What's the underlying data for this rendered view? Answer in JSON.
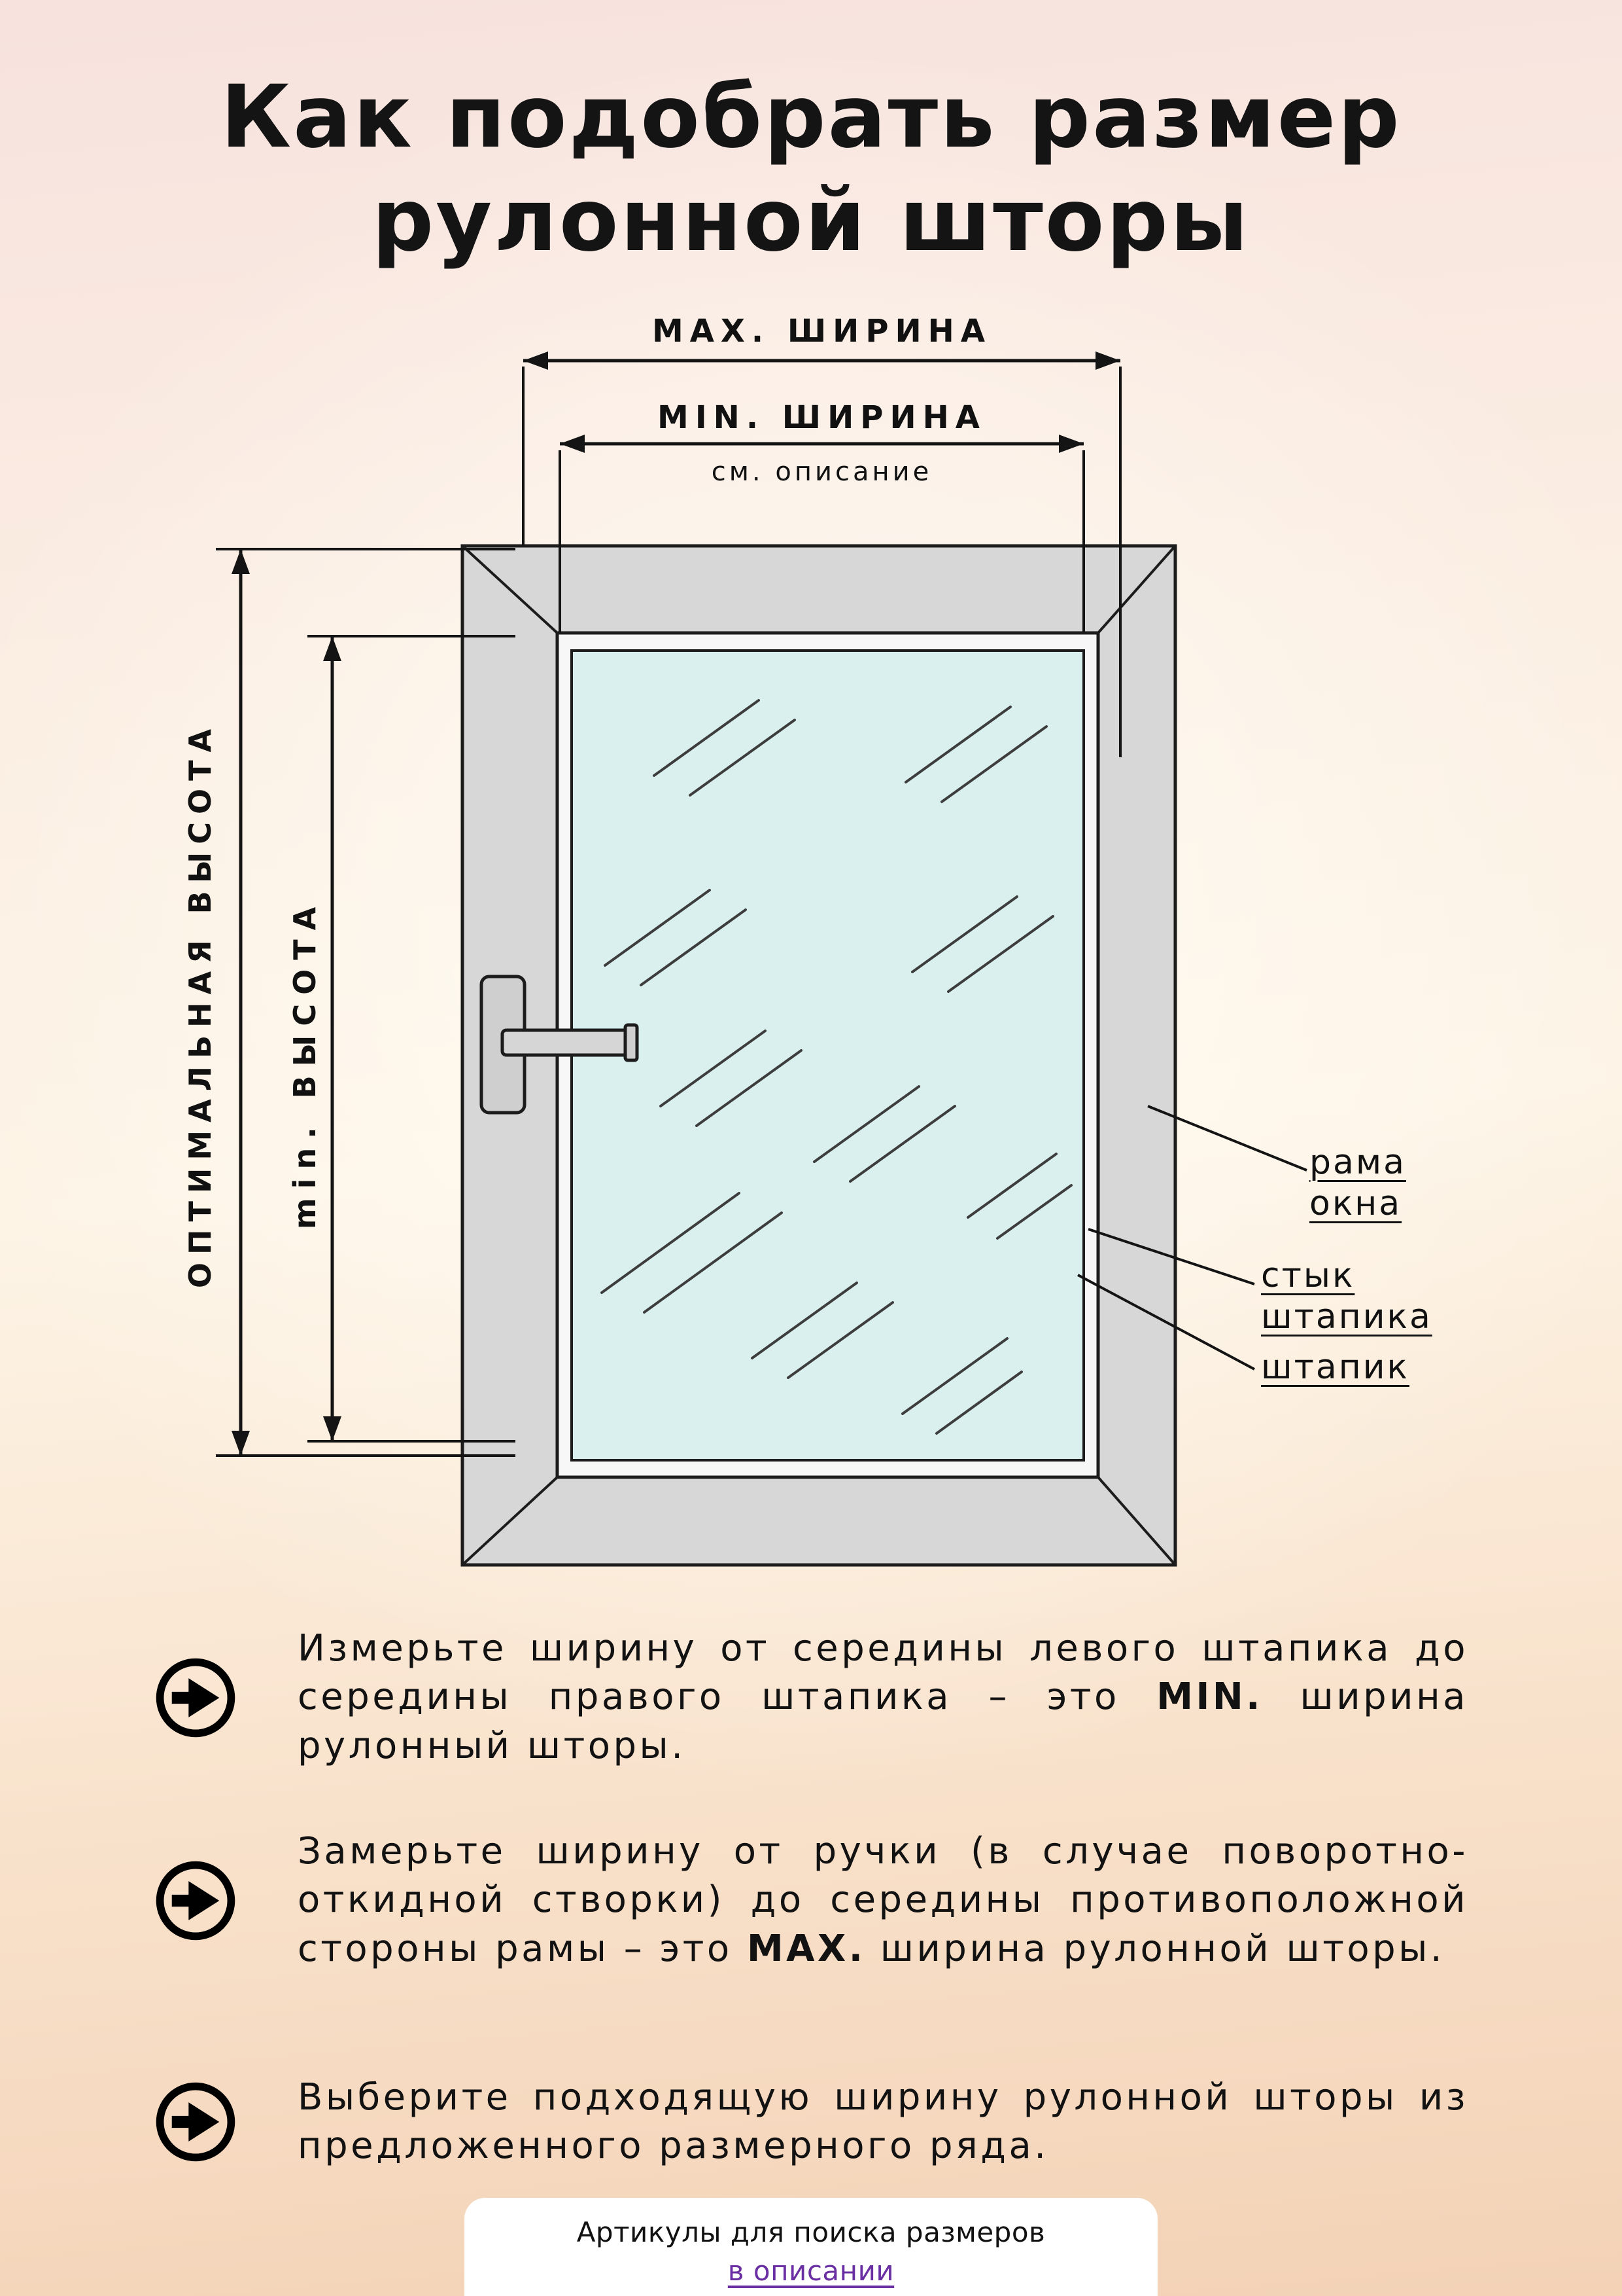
{
  "title": {
    "line1": "Как подобрать размер",
    "line2": "рулонной шторы"
  },
  "diagram": {
    "labels": {
      "max_width": "MAX. ШИРИНА",
      "min_width": "MIN. ШИРИНА",
      "see_description": "см. описание",
      "optimal_height": "ОПТИМАЛЬНАЯ ВЫСОТА",
      "min_height": "min. ВЫСОТА",
      "frame_line1": "рама",
      "frame_line2": "окна",
      "bead_joint_line1": "стык",
      "bead_joint_line2": "штапика",
      "bead": "штапик"
    }
  },
  "instructions": [
    {
      "segments": [
        {
          "text": "Измерьте ширину от середины левого штапика до середины правого штапика – это ",
          "bold": false
        },
        {
          "text": "MIN.",
          "bold": true
        },
        {
          "text": " ширина рулонный шторы.",
          "bold": false
        }
      ]
    },
    {
      "segments": [
        {
          "text": "Замерьте ширину от ручки (в случае поворотно-откидной створки) до середины противоположной стороны рамы – это ",
          "bold": false
        },
        {
          "text": "MAX.",
          "bold": true
        },
        {
          "text": " ширина рулонной шторы.",
          "bold": false
        }
      ]
    },
    {
      "segments": [
        {
          "text": "Выберите подходящую ширину рулонной шторы из предложенного размерного ряда.",
          "bold": false
        }
      ]
    }
  ],
  "footer": {
    "line1": "Артикулы для поиска размеров",
    "link": "в описании"
  },
  "colors": {
    "background_top": "#f7e2de",
    "background_bottom": "#f3d2b6",
    "window_frame": "#d7d7d7",
    "glass": "#d9f0ee",
    "line": "#161616",
    "link": "#6a2fa2"
  }
}
